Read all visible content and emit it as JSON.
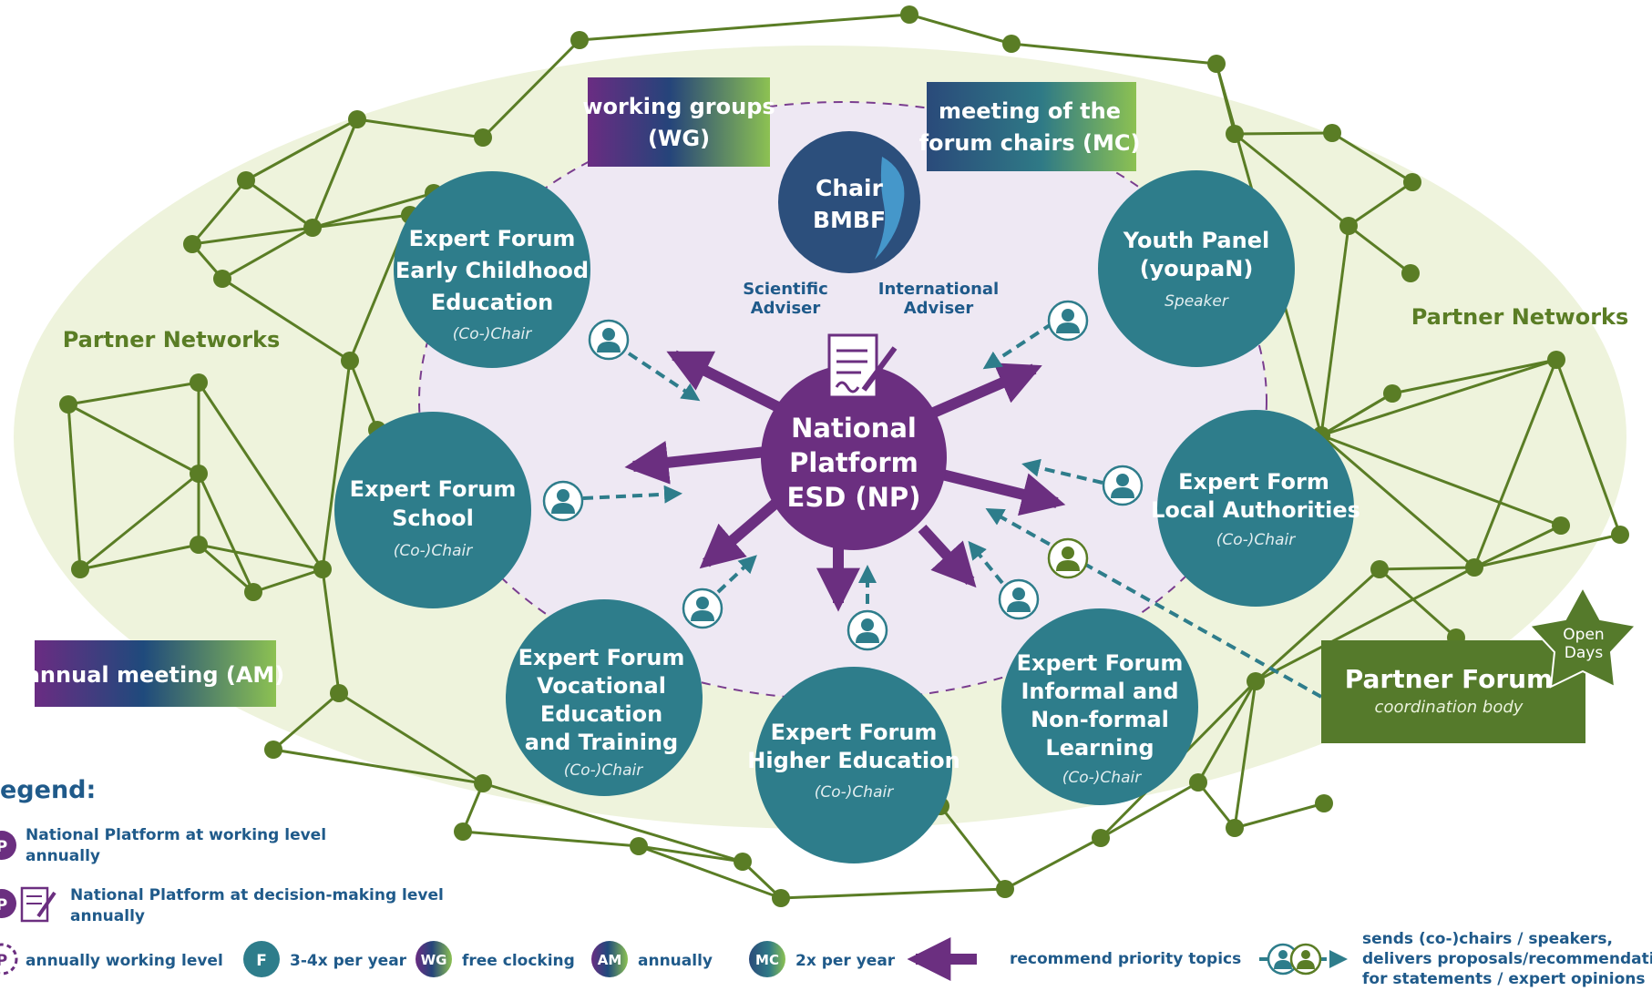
{
  "colors": {
    "outer_ellipse": "#eef3dc",
    "inner_ellipse": "#eee8f3",
    "network_green": "#5a7d25",
    "teal": "#2e7d8b",
    "purple": "#6b2f80",
    "navy": "#2c4f7c",
    "partner_green": "#557a2b"
  },
  "partner_networks_left": "Partner Networks",
  "partner_networks_right": "Partner Networks",
  "working_groups": {
    "line1": "working groups",
    "line2": "(WG)"
  },
  "meeting_forum_chairs": {
    "line1": "meeting of the",
    "line2": "forum chairs (MC)"
  },
  "annual_meeting": "annual meeting (AM)",
  "chair": {
    "line1": "Chair",
    "line2": "BMBF"
  },
  "scientific_adviser": {
    "line1": "Scientific",
    "line2": "Adviser"
  },
  "international_adviser": {
    "line1": "International",
    "line2": "Adviser"
  },
  "national_platform": {
    "line1": "National",
    "line2": "Platform",
    "line3": "ESD (NP)"
  },
  "forums": {
    "early_childhood": {
      "line1": "Expert Forum",
      "line2": "Early Childhood",
      "line3": "Education",
      "role": "(Co-)Chair"
    },
    "school": {
      "line1": "Expert Forum",
      "line2": "School",
      "role": "(Co-)Chair"
    },
    "vocational": {
      "line1": "Expert Forum",
      "line2": "Vocational",
      "line3": "Education",
      "line4": "and Training",
      "role": "(Co-)Chair"
    },
    "higher_ed": {
      "line1": "Expert Forum",
      "line2": "Higher Education",
      "role": "(Co-)Chair"
    },
    "informal": {
      "line1": "Expert Forum",
      "line2": "Informal and",
      "line3": "Non-formal",
      "line4": "Learning",
      "role": "(Co-)Chair"
    },
    "local_authorities": {
      "line1": "Expert Form",
      "line2": "Local Authorities",
      "role": "(Co-)Chair"
    },
    "youth_panel": {
      "line1": "Youth Panel",
      "line2": "(youpaN)",
      "role": "Speaker"
    }
  },
  "partner_forum": {
    "title": "Partner Forum",
    "subtitle": "coordination body"
  },
  "open_days": {
    "line1": "Open",
    "line2": "Days"
  },
  "legend": {
    "title": "egend:",
    "np_working": {
      "badge": "P",
      "line1": "National Platform at working level",
      "line2": "annually"
    },
    "np_decision": {
      "badge": "P",
      "line1": "National Platform at decision-making level",
      "line2": "annually"
    },
    "annual_working": {
      "badge": "P",
      "text": "annually working level"
    },
    "forum": {
      "badge": "F",
      "text": "3-4x per year"
    },
    "wg": {
      "badge": "WG",
      "text": "free clocking"
    },
    "am": {
      "badge": "AM",
      "text": "annually"
    },
    "mc": {
      "badge": "MC",
      "text": "2x per year"
    },
    "recommend": "recommend priority topics",
    "sends": {
      "line1": "sends (co-)chairs / speakers,",
      "line2": "delivers proposals/recommendations",
      "line3": "for statements / expert opinions"
    }
  }
}
